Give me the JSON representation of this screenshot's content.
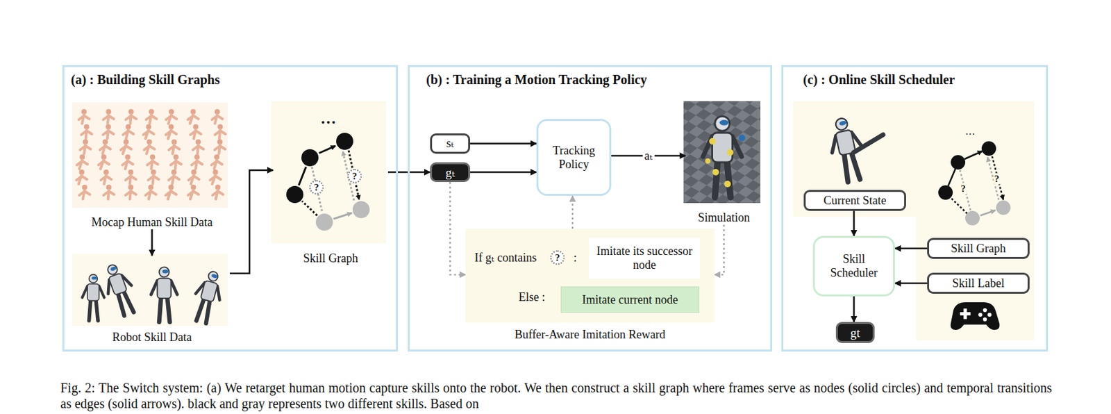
{
  "diagram": {
    "caption": "Fig. 2: The Switch system: (a) We retarget human motion capture skills onto the robot. We then construct a skill graph where frames serve as nodes (solid circles) and temporal transitions as edges (solid arrows). black and gray represents two different skills. Based on",
    "nodes": [
      {
        "text": [
          "(a) : Building Skill Graphs"
        ]
      },
      {
        "text": [
          "Mocap Human Skill Data"
        ],
        "in": 0
      },
      {
        "text": [
          "Robot Skill Data"
        ],
        "in": 0
      },
      {
        "text": [
          "Skill Graph"
        ],
        "in": 0
      },
      {
        "text": [
          "(b) : Training a Motion Tracking Policy"
        ]
      },
      {
        "text": [
          "sₜ"
        ],
        "in": 4
      },
      {
        "text": [
          "gₜ"
        ],
        "in": 4
      },
      {
        "text": [
          "Tracking Policy"
        ],
        "in": 4
      },
      {
        "text": [
          "Simulation"
        ],
        "in": 4
      },
      {
        "text": [
          "Buffer-Aware Imitation Reward"
        ],
        "in": 4
      },
      {
        "text": [
          "Imitate its successor node"
        ],
        "in": 9
      },
      {
        "text": [
          "Imitate current node"
        ],
        "in": 9
      },
      {
        "text": [
          "(c) : Online Skill Scheduler"
        ]
      },
      {
        "text": [
          "Current State"
        ],
        "in": 12
      },
      {
        "text": [
          "Skill Scheduler"
        ],
        "in": 12
      },
      {
        "text": [
          "Skill Graph"
        ],
        "in": 12
      },
      {
        "text": [
          "Skill Label"
        ],
        "in": 12
      },
      {
        "text": [
          "gt"
        ],
        "in": 12
      }
    ],
    "edges": [
      {
        "from": 1,
        "to": 2,
        "arrow": "to"
      },
      {
        "from": 2,
        "to": 3,
        "arrow": "to"
      },
      {
        "from": 3,
        "to": 6,
        "arrow": "to"
      },
      {
        "from": 5,
        "to": 7,
        "arrow": "to"
      },
      {
        "from": 6,
        "to": 7,
        "arrow": "to"
      },
      {
        "from": 7,
        "to": 8,
        "label": "aₜ",
        "arrow": "to"
      },
      {
        "from": 6,
        "to": 9,
        "arrow": "to"
      },
      {
        "from": 8,
        "to": 9,
        "arrow": "to"
      },
      {
        "from": 9,
        "to": 7,
        "arrow": "to"
      },
      {
        "from": 13,
        "to": 14,
        "arrow": "to"
      },
      {
        "from": 15,
        "to": 14,
        "arrow": "to"
      },
      {
        "from": 16,
        "to": 14,
        "arrow": "to"
      },
      {
        "from": 14,
        "to": 17,
        "arrow": "to"
      }
    ],
    "labels": [
      "...",
      "?",
      "?",
      "If gₜ contains",
      "?",
      ":",
      "Else :",
      "...",
      "?",
      "?"
    ]
  }
}
